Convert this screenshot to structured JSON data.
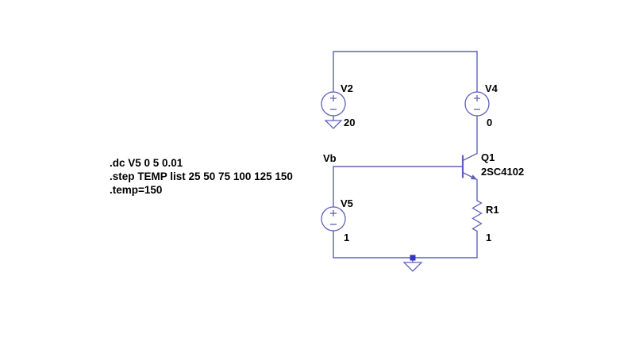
{
  "schematic": {
    "directives": [
      {
        "text": ".dc V5 0 5 0.01"
      },
      {
        "text": ".step TEMP list 25 50 75 100 125 150"
      },
      {
        "text": ".temp=150"
      }
    ],
    "components": {
      "v2": {
        "label": "V2",
        "value": "20"
      },
      "v4": {
        "label": "V4",
        "value": "0"
      },
      "v5": {
        "label": "V5",
        "value": "1"
      },
      "q1": {
        "label": "Q1",
        "value": "2SC4102"
      },
      "r1": {
        "label": "R1",
        "value": "1"
      }
    },
    "nodes": {
      "vb": "Vb"
    }
  },
  "colors": {
    "circuit": "#6060bb",
    "junction": "#3333cc",
    "text": "#000000",
    "background": "#ffffff"
  }
}
